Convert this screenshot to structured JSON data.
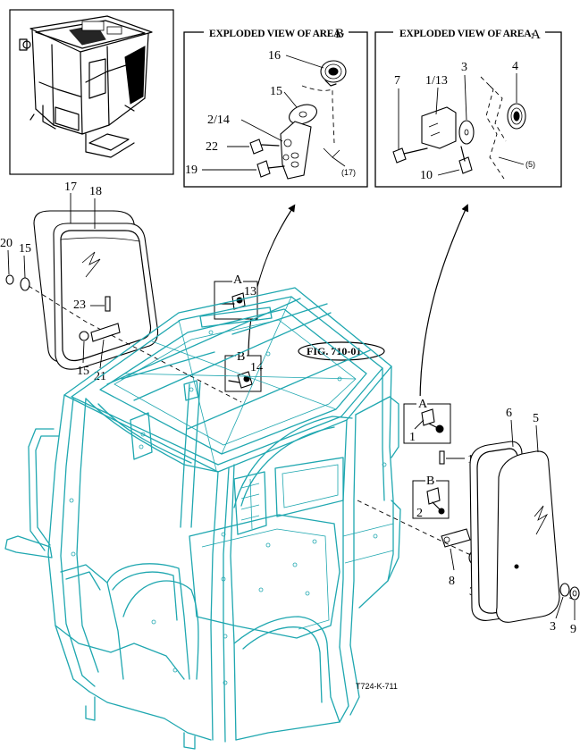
{
  "callouts": {
    "area_b_title": "EXPLODED VIEW OF AREA-",
    "area_b_letter": "B",
    "area_a_title": "EXPLODED VIEW OF AREA-",
    "area_a_letter": "A",
    "figure_ref": "FIG. 710-01",
    "drawing_code": "T724-K-711"
  },
  "area_b_labels": {
    "p16": "16",
    "p15": "15",
    "p2_14": "2/14",
    "p22": "22",
    "p19": "19",
    "p17_ref": "(17)"
  },
  "area_a_labels": {
    "p7": "7",
    "p1_13": "1/13",
    "p3": "3",
    "p4": "4",
    "p10": "10",
    "p5_ref": "(5)"
  },
  "left_labels": {
    "p17": "17",
    "p18": "18",
    "p20": "20",
    "p15a": "15",
    "p23": "23",
    "p15b": "15",
    "p21": "21"
  },
  "center_labels": {
    "a_letter": "A",
    "a_num": "13",
    "b_letter": "B",
    "b_num": "14"
  },
  "right_labels": {
    "a_letter": "A",
    "a_num": "1",
    "b_letter": "B",
    "b_num": "2",
    "p11": "11",
    "p6": "6",
    "p5": "5",
    "p8": "8",
    "p3a": "3",
    "p3b": "3",
    "p9": "9"
  },
  "colors": {
    "cab_line": "#1fa7b0",
    "ink": "#000000",
    "background": "#ffffff"
  }
}
